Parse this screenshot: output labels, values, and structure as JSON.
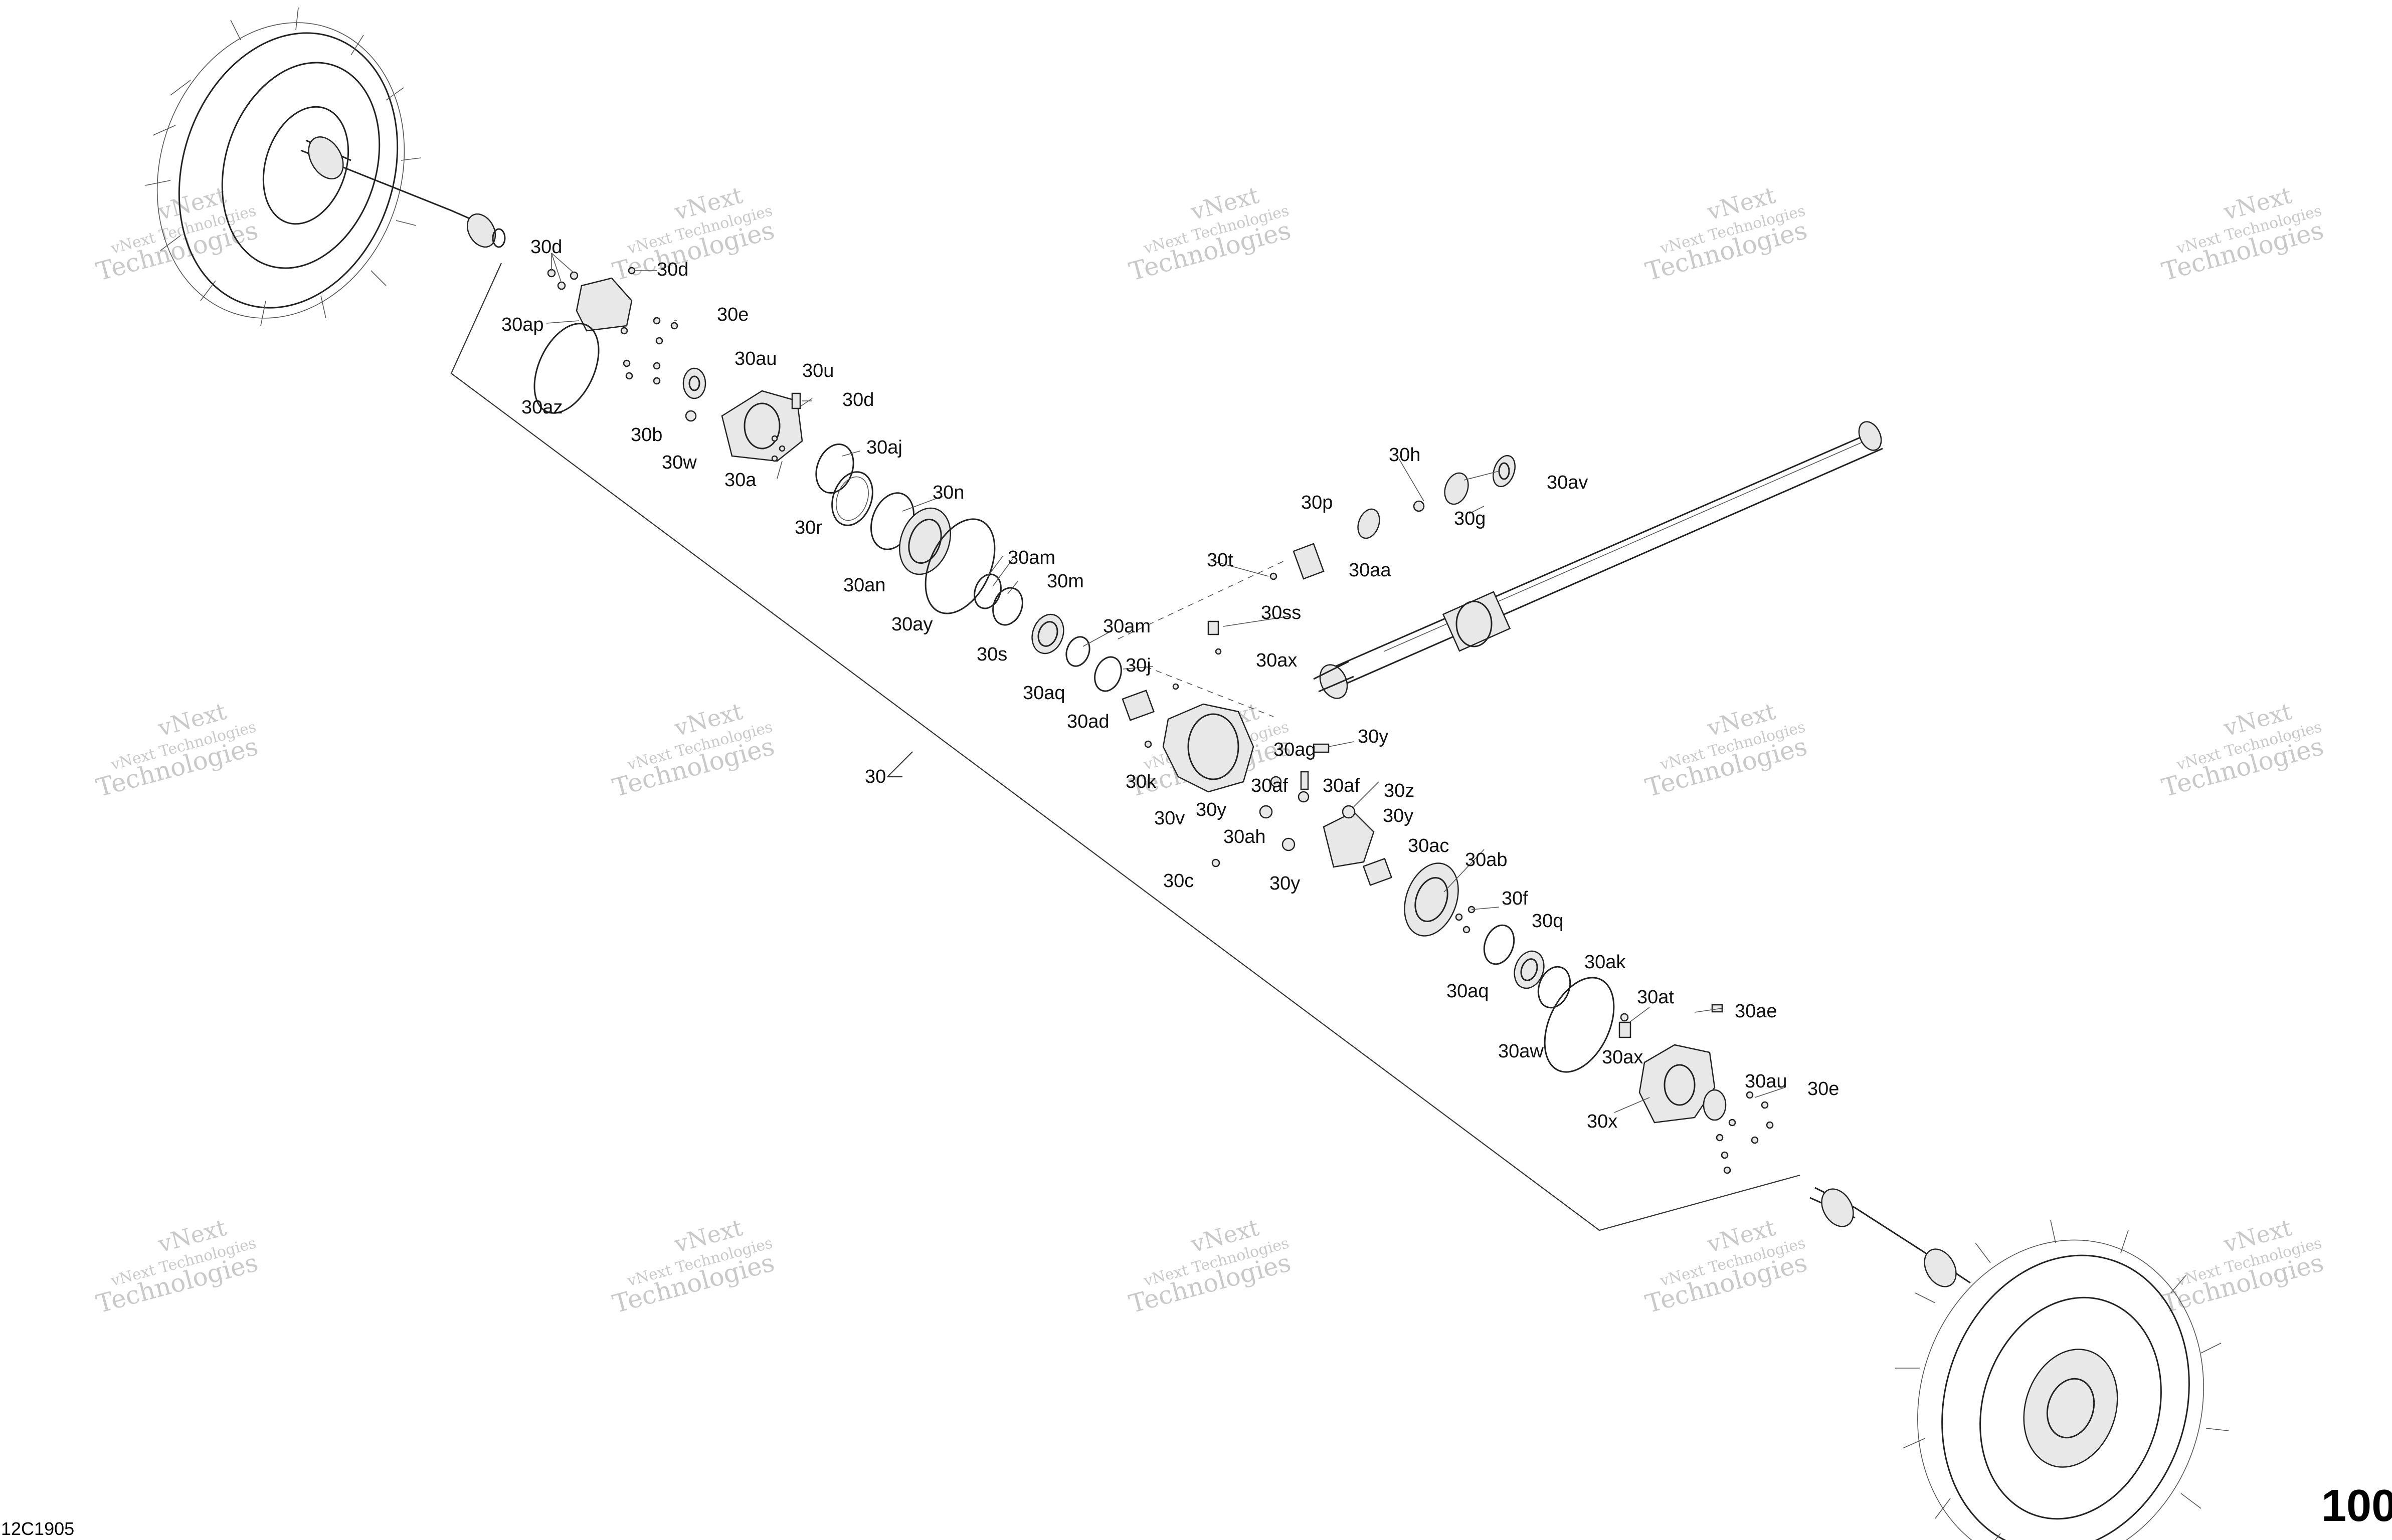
{
  "diagram": {
    "page_number": "100",
    "diagram_id": "12C1905",
    "watermark": {
      "line1": "vNext Technologies",
      "line2": "vNext",
      "line3": "Technologies"
    },
    "callouts": {
      "c_30": "30",
      "c_30d_a": "30d",
      "c_30d_b": "30d",
      "c_30d_c": "30d",
      "c_30e_a": "30e",
      "c_30e_b": "30e",
      "c_30ap": "30ap",
      "c_30az": "30az",
      "c_30au_a": "30au",
      "c_30au_b": "30au",
      "c_30u": "30u",
      "c_30b": "30b",
      "c_30w": "30w",
      "c_30a": "30a",
      "c_30aj": "30aj",
      "c_30r": "30r",
      "c_30n": "30n",
      "c_30an": "30an",
      "c_30am_a": "30am",
      "c_30am_b": "30am",
      "c_30m": "30m",
      "c_30ay": "30ay",
      "c_30s": "30s",
      "c_30aq_a": "30aq",
      "c_30aq_b": "30aq",
      "c_30j": "30j",
      "c_30ad": "30ad",
      "c_30h": "30h",
      "c_30av": "30av",
      "c_30p": "30p",
      "c_30g": "30g",
      "c_30t": "30t",
      "c_30aa": "30aa",
      "c_30ss": "30ss",
      "c_30ax_a": "30ax",
      "c_30ax_b": "30ax",
      "c_30ag": "30ag",
      "c_30y_a": "30y",
      "c_30y_b": "30y",
      "c_30y_c": "30y",
      "c_30y_d": "30y",
      "c_30af_a": "30af",
      "c_30af_b": "30af",
      "c_30k": "30k",
      "c_30v": "30v",
      "c_30z": "30z",
      "c_30ah": "30ah",
      "c_30ac": "30ac",
      "c_30ab": "30ab",
      "c_30c": "30c",
      "c_30f": "30f",
      "c_30q": "30q",
      "c_30ak": "30ak",
      "c_30at": "30at",
      "c_30ae": "30ae",
      "c_30aw": "30aw",
      "c_30x": "30x"
    }
  }
}
